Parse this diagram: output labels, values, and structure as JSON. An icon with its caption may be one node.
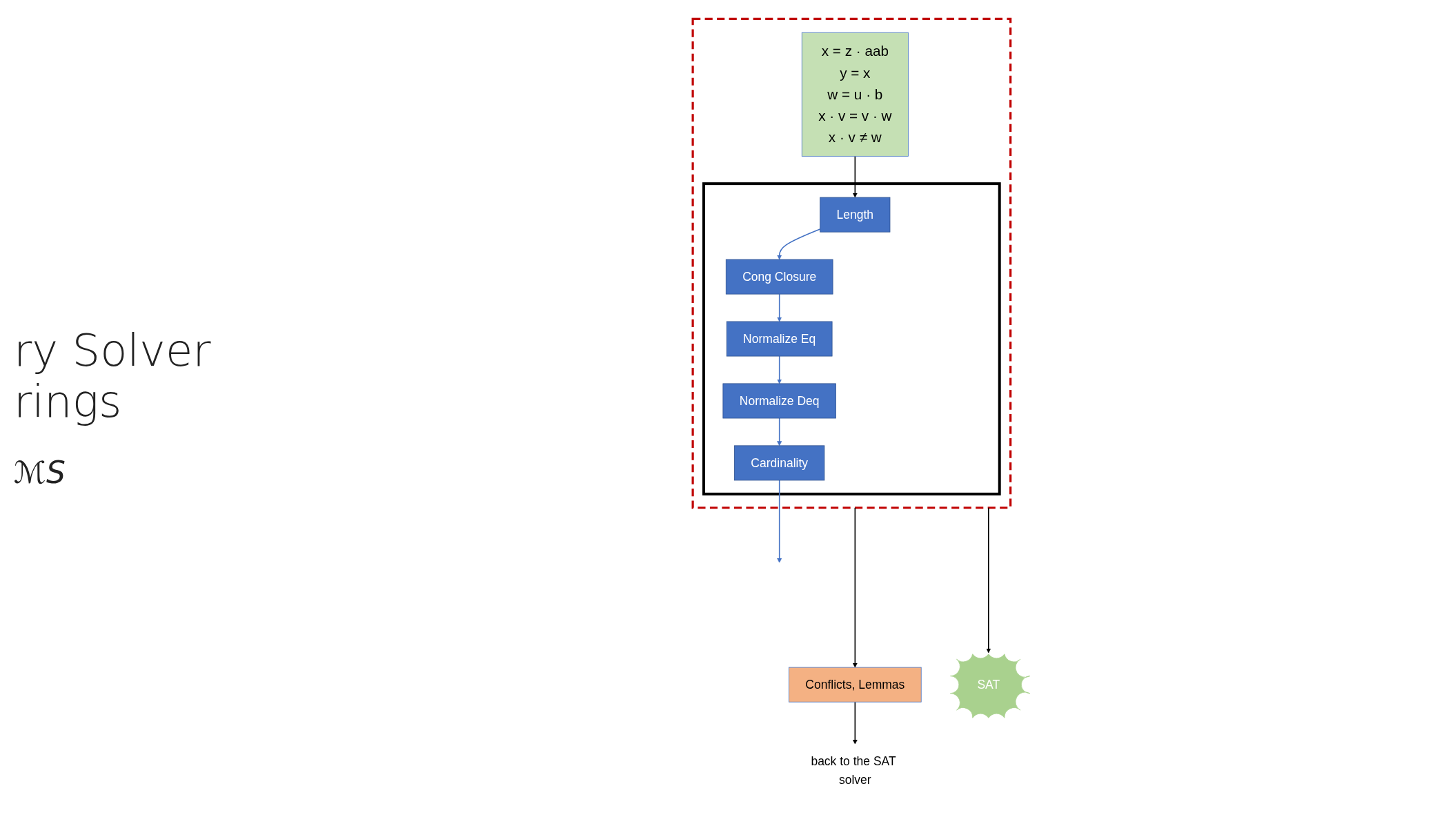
{
  "diagram": {
    "title": "ry Solver rings",
    "nodes": [
      {
        "text": [],
        "shape": "box"
      },
      {
        "text": [
          "x = z · aab",
          "y = x",
          "w = u · b",
          "x · v = v · w",
          "x · v ≠ w"
        ],
        "in": 0
      },
      {
        "text": [],
        "shape": "box",
        "in": 0
      },
      {
        "text": [
          "Length"
        ],
        "in": 2
      },
      {
        "text": [
          "Cong Closure"
        ],
        "in": 2
      },
      {
        "text": [
          "Normalize Eq"
        ],
        "in": 2
      },
      {
        "text": [
          "Normalize Deq"
        ],
        "in": 2
      },
      {
        "text": [
          "Cardinality"
        ],
        "in": 2
      },
      {
        "text": [
          "Conflicts, Lemmas"
        ]
      },
      {
        "text": [
          "SAT"
        ]
      },
      {
        "text": [
          "back to the SAT solver"
        ]
      }
    ],
    "edges": [
      {
        "from": 1,
        "to": 3,
        "arrow": "to",
        "color": "#000000"
      },
      {
        "from": 3,
        "to": 4,
        "arrow": "to",
        "color": "#4472c4"
      },
      {
        "from": 4,
        "to": 5,
        "arrow": "to",
        "color": "#4472c4"
      },
      {
        "from": 5,
        "to": 6,
        "arrow": "to",
        "color": "#4472c4"
      },
      {
        "from": 6,
        "to": 7,
        "arrow": "to",
        "color": "#4472c4"
      },
      {
        "from": 7,
        "to": null,
        "arrow": "to",
        "color": "#4472c4"
      },
      {
        "from": 0,
        "to": 8,
        "arrow": "to",
        "color": "#000000"
      },
      {
        "from": 0,
        "to": 9,
        "arrow": "to",
        "color": "#000000"
      },
      {
        "from": 8,
        "to": 10,
        "arrow": "to",
        "color": "#000000"
      }
    ],
    "labels": [
      "ℳS"
    ]
  }
}
